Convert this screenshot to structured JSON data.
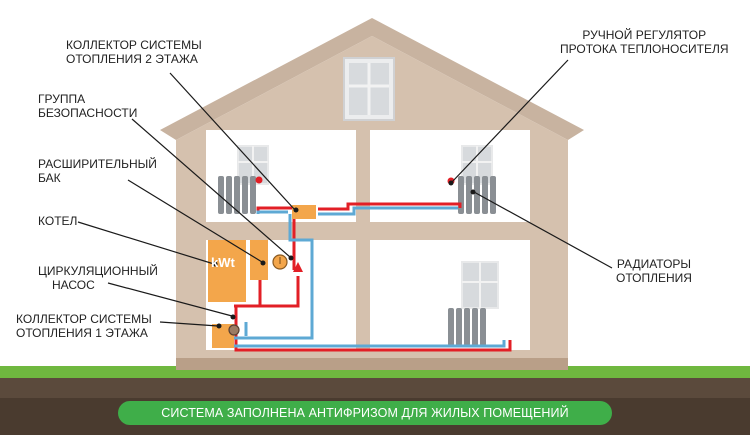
{
  "labels": {
    "collector2": [
      "КОЛЛЕКТОР СИСТЕМЫ",
      "ОТОПЛЕНИЯ 2 ЭТАЖА"
    ],
    "safety": [
      "ГРУППА",
      "БЕЗОПАСНОСТИ"
    ],
    "expansion": [
      "РАСШИРИТЕЛЬНЫЙ",
      "БАК"
    ],
    "boiler": [
      "КОТЕЛ"
    ],
    "pump": [
      "ЦИРКУЛЯЦИОННЫЙ",
      "НАСОС"
    ],
    "collector1": [
      "КОЛЛЕКТОР СИСТЕМЫ",
      "ОТОПЛЕНИЯ 1 ЭТАЖА"
    ],
    "regulator": [
      "РУЧНОЙ РЕГУЛЯТОР",
      "ПРОТОКА ТЕПЛОНОСИТЕЛЯ"
    ],
    "radiators": [
      "РАДИАТОРЫ",
      "ОТОПЛЕНИЯ"
    ]
  },
  "boiler_text": "kWt",
  "banner": "СИСТЕМА ЗАПОЛНЕНА АНТИФРИЗОМ ДЛЯ ЖИЛЫХ ПОМЕЩЕНИЙ",
  "colors": {
    "wall": "#d5c1ae",
    "roof_trim": "#b79c86",
    "interior": "#ffffff",
    "window": "#d5d8db",
    "equipment": "#f3a64b",
    "hot_pipe": "#e21f26",
    "cold_pipe": "#5ea9d4",
    "grass": "#6fb83f",
    "soil": "#5b4a3c",
    "banner": "#3fae49"
  }
}
